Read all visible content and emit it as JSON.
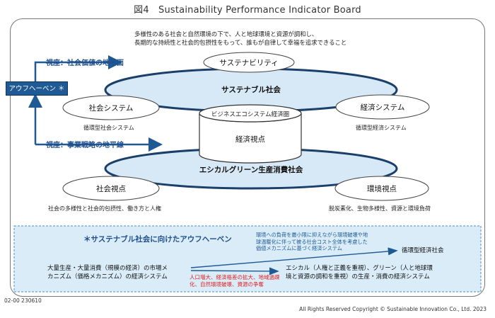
{
  "title": "図4　Sustainability Performance Indicator Board",
  "vision": {
    "line1": "多様性のある社会と自然環境の下で、人と地球環境と資源が調和し、",
    "line2": "長期的な持続性と社会的包摂性をもって、誰もが自律して幸福を追求できること"
  },
  "arrows": {
    "upper": "視座：社会価値の地平面",
    "lower": "視座：事業戦略の地平線"
  },
  "aufheben_label": "アウフヘーベン ＊",
  "rings": {
    "upper": "サステナブル社会",
    "lower": "エシカルグリーン生産消費社会"
  },
  "ovals": {
    "sustainability": "サステナビリティ",
    "social_system": "社会システム",
    "economic_system": "経済システム",
    "social_view": "社会視点",
    "environment_view": "環境視点"
  },
  "cylinder": {
    "top": "ビジネスエコシステム経済圏",
    "body": "経済視点"
  },
  "captions": {
    "social_system": "循環型社会システム",
    "economic_system": "循環型経済システム",
    "social_view": "社会の多様性と社会的包摂性、働き方と人権",
    "environment_view": "脱炭素化、生物多様性、資源と環境負荷"
  },
  "box": {
    "title": "＊サステナブル社会に向けたアウフヘーベン",
    "upper_note_1": "環境への負荷を最小限に抑えながら環境破壊や地",
    "upper_note_2": "球温暖化に伴って被る社会コスト全体を考慮した",
    "upper_note_3": "価値メカニズムに基づく経済システム",
    "goal": "循環型経済社会",
    "left_1": "大量生産・大量消費（規模の経済）の市場メ",
    "left_2": "カニズム（価格メカニズム）の経済システム",
    "red_1": "人口増大、経済格差の拡大、地域過疎",
    "red_2": "化、自然環境破壊、資源の争奪",
    "right_1": "エシカル（人権と正義を重視）、グリーン（人と地球環",
    "right_2": "境と資源の調和を重視）の生産・消費の経済システム"
  },
  "footer": {
    "code": "02-00 230610",
    "copyright": "All Rights Reserved Copyright © Sustainable Innovation Co., Ltd. 2023"
  },
  "colors": {
    "ring_fill": "#d7e9f6",
    "ring_stroke": "#1a3f6b",
    "accent_blue": "#1f5a94",
    "red_text": "#e02020"
  }
}
